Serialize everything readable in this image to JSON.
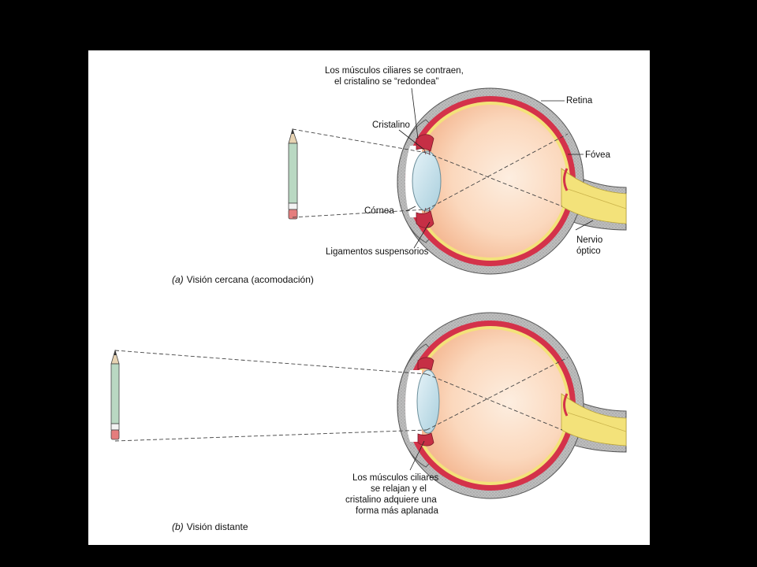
{
  "panel_a": {
    "caption_letter": "(a)",
    "caption_text": "Visión cercana (acomodación)",
    "label_muscles_line1": "Los músculos ciliares se contraen,",
    "label_muscles_line2": "el cristalino se “redondea”",
    "label_cristalino": "Cristalino",
    "label_retina": "Retina",
    "label_fovea": "Fóvea",
    "label_cornea": "Córnea",
    "label_ligamentos": "Ligamentos suspensorios",
    "label_nervio_line1": "Nervio",
    "label_nervio_line2": "óptico"
  },
  "panel_b": {
    "caption_letter": "(b)",
    "caption_text": "Visión distante",
    "label_relax_line1": "Los músculos ciliares",
    "label_relax_line2": "se relajan y el",
    "label_relax_line3": "cristalino adquiere una",
    "label_relax_line4": "forma más aplanada"
  },
  "colors": {
    "sclera": "#bdbdbd",
    "choroid": "#d4324a",
    "retina_yellow": "#f3e27a",
    "vitreous": "#f8c9a4",
    "lens": "#c8e4ee",
    "pencil": "#b9d8c2"
  }
}
